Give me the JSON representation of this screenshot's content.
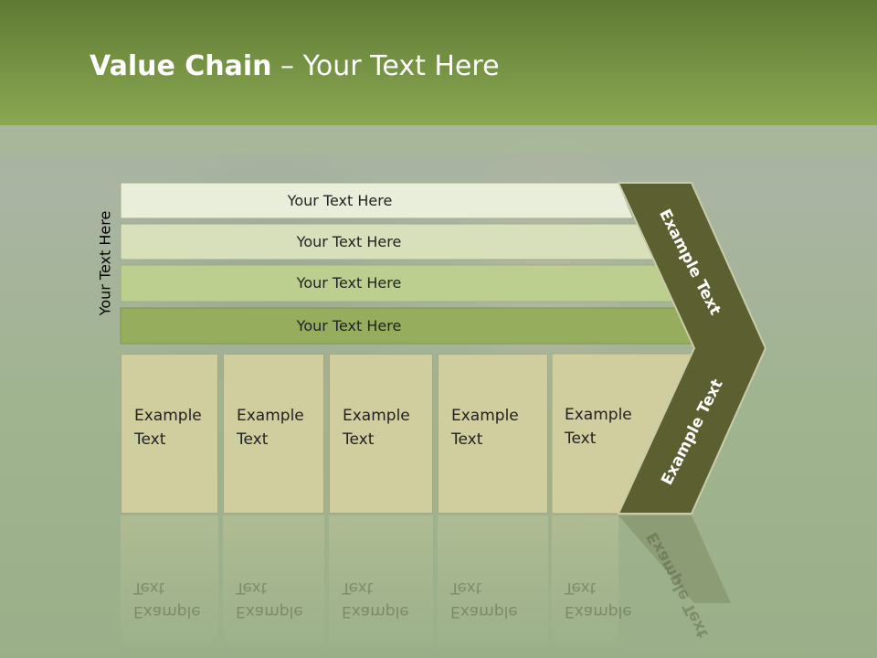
{
  "slide": {
    "title_bold": "Value Chain",
    "title_rest": " – Your Text Here",
    "vertical_label": "Your Text Here"
  },
  "rows": [
    {
      "label": "Your Text Here",
      "color": "#e9eedb"
    },
    {
      "label": "Your Text Here",
      "color": "#d7e0bb"
    },
    {
      "label": "Your Text Here",
      "color": "#bccf8e"
    },
    {
      "label": "Your Text Here",
      "color": "#96ad5e"
    }
  ],
  "columns": [
    {
      "label": "Example\nText"
    },
    {
      "label": "Example\nText"
    },
    {
      "label": "Example\nText"
    },
    {
      "label": "Example\nText"
    },
    {
      "label": "Example\nText"
    }
  ],
  "chevron": {
    "upper_label": "Example Text",
    "lower_label": "Example Text",
    "color": "#5c6030"
  }
}
